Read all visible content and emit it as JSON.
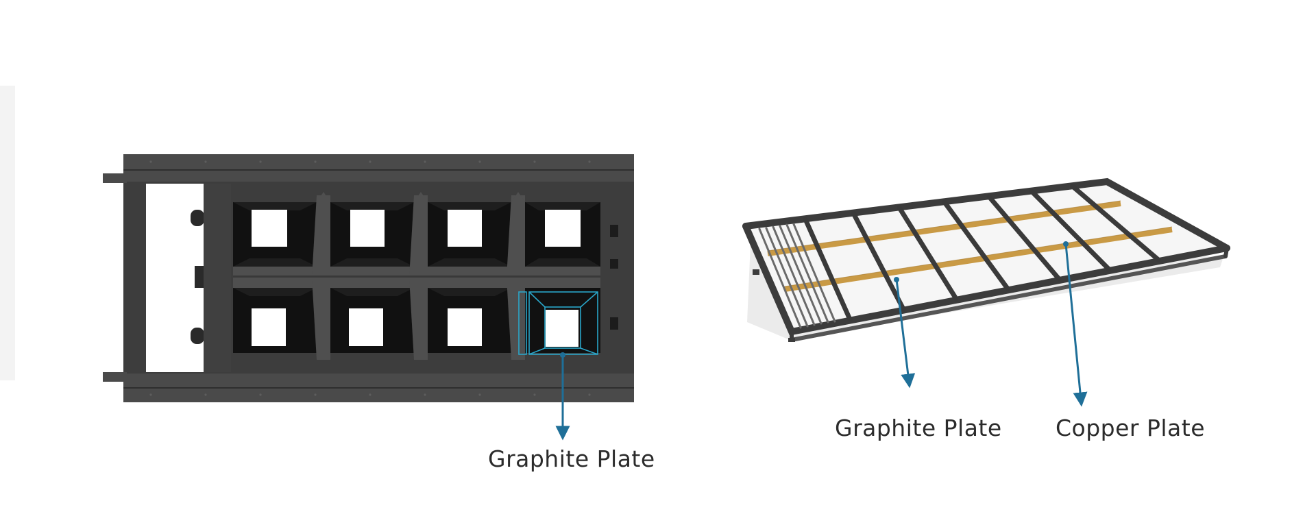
{
  "figures": {
    "left_view": {
      "label": "Graphite Plate"
    },
    "right_view": {
      "labels": [
        "Graphite Plate",
        "Copper Plate"
      ]
    }
  },
  "colors": {
    "frame_dark": "#3b3b3b",
    "frame_mid": "#4a4a4a",
    "cell_black": "#0f0f0f",
    "highlight": "#2aa6c9",
    "leader_arrow": "#1f6f98",
    "copper": "#c99a45",
    "label_text": "#2b2b2b"
  }
}
